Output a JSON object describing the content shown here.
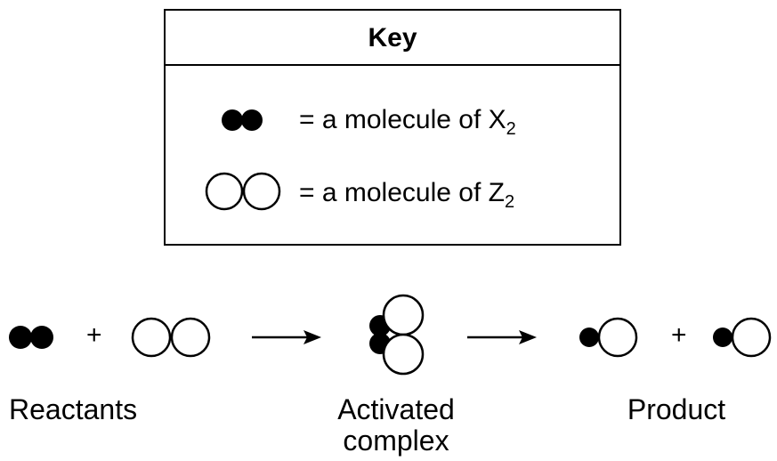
{
  "key": {
    "title": "Key",
    "rows": [
      {
        "icon": "x2-molecule",
        "text": "= a molecule of X",
        "sub": "2"
      },
      {
        "icon": "z2-molecule",
        "text": "= a molecule of Z",
        "sub": "2"
      }
    ]
  },
  "reaction": {
    "plus1": "+",
    "plus2": "+",
    "labels": {
      "reactants": "Reactants",
      "activated_line1": "Activated",
      "activated_line2": "complex",
      "product": "Product"
    }
  }
}
